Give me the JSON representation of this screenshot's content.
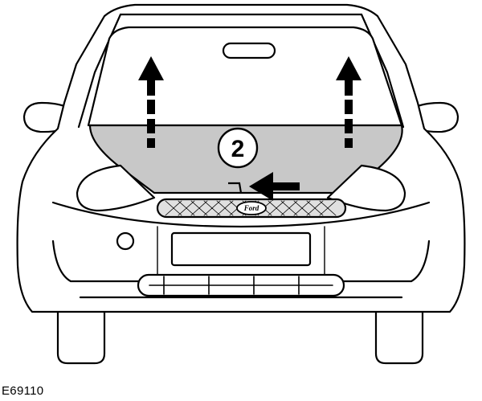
{
  "diagram": {
    "step_number": "2",
    "badge_text": "Ford",
    "reference_code": "E69110",
    "colors": {
      "outline": "#000000",
      "body": "#ffffff",
      "hood_fill": "#c8c8c8",
      "arrow": "#000000"
    },
    "icons": [
      "upward-arrow-icon",
      "left-arrow-icon",
      "ford-badge-icon"
    ]
  }
}
